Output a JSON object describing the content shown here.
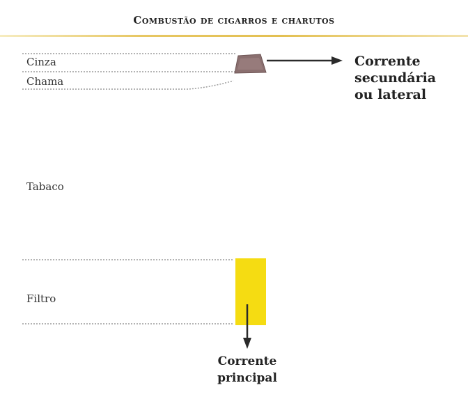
{
  "title": "Combustão de cigarros e charutos",
  "labels": {
    "cinza": "Cinza",
    "chama": "Chama",
    "tabaco": "Tabaco",
    "filtro": "Filtro"
  },
  "side_stream": {
    "line1": "Corrente",
    "line2": "secundária",
    "line3": "ou lateral"
  },
  "main_stream": {
    "line1": "Corrente",
    "line2": "principal"
  },
  "colors": {
    "filter": "#f5dc12",
    "ash": "#8a6f6f",
    "accent_rule": "#e3c052"
  }
}
